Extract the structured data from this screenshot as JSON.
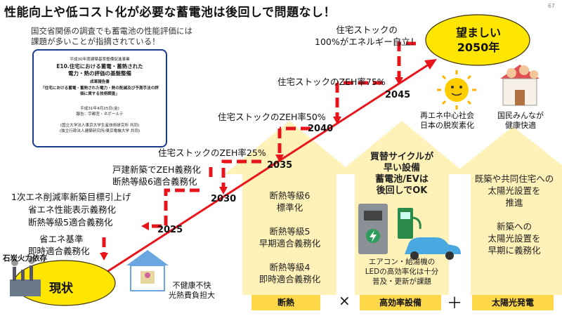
{
  "title": "性能向上や低コスト化が必要な蓄電池は後回しで問題なし！",
  "page_number": "67",
  "note": "国交省関係の調査でも蓄電池の性能評価には\n課題が多いことが指摘されている！",
  "doc": {
    "line1": "平成30年度建築基準整備促進事業",
    "line2": "E10.住宅における蓄電・蓄熱された",
    "line3": "電力・熱の評価の基盤整備",
    "line4": "成果報告書",
    "line5": "「住宅における蓄電・蓄熱された電力・熱の削減及び予測手法の評",
    "line6": "価に資する技術調査」",
    "line7": "平成31年4月25日(金)",
    "line8": "報告：宇都宮・ネポールテ",
    "line9": "(国立大学法人東京大学生産技術研究所 共同)",
    "line10": "(独立行政法人建築研究所/東京電機大学 共同)"
  },
  "goal": {
    "line1": "望ましい",
    "line2": "2050年"
  },
  "years": {
    "y2025": "2025",
    "y2030": "2030",
    "y2035": "2035",
    "y2040": "2040",
    "y2045": "2045"
  },
  "milestones": {
    "m100": "住宅ストックの\n100%がエネルギー自立！",
    "zeh75": "住宅ストックのZEH率75%",
    "zeh50": "住宅ストックのZEH率50%",
    "zeh25": "住宅ストックのZEH率25%",
    "y2030a": "戸建新築でZEH義務化",
    "y2030b": "断熱等級6適合義務化",
    "y2025a": "1次エネ削減率新築目標引上げ",
    "y2025b": "省エネ性能表示義務化",
    "y2025c": "断熱等級5適合義務化",
    "now_a": "省エネ基準",
    "now_b": "即時適合義務化"
  },
  "current": {
    "label": "現状",
    "coal": "石炭火力依存",
    "house_caption": "不健康不快\n光熱費負担大"
  },
  "future": {
    "society": "再エネ中心社会\n日本の脱炭素化",
    "people": "国民みんなが\n健康快適"
  },
  "arrows": {
    "insulation": "断熱等級6\n標準化\n\n断熱等級5\n早期適合義務化\n\n断熱等級4\n即時適合義務化",
    "equipment_top": "買替サイクルが\n早い設備\n蓄電池/EVは\n後回しでOK",
    "equipment_bottom": "エアコン・給湯機の\nLEDの高効率化は十分\n普及・更新が課題",
    "solar": "既築や共同住宅への\n太陽光設置を\n推進\n\n新築への\n太陽光設置を\n早期に義務化"
  },
  "bottom": {
    "insulation": "断熱",
    "times": "×",
    "equipment": "高効率設備",
    "plus": "＋",
    "solar": "太陽光発電"
  },
  "colors": {
    "red": "#e8141b",
    "yellow": "#ffe600",
    "arrow_fill": "#fff2b8",
    "navy": "#1a3a8a"
  }
}
